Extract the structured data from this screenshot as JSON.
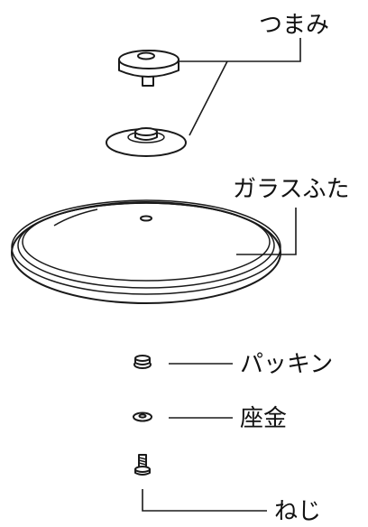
{
  "labels": {
    "knob": "つまみ",
    "glass_lid": "ガラスふた",
    "packing": "パッキン",
    "washer": "座金",
    "screw": "ねじ"
  },
  "colors": {
    "line": "#1a1a1a",
    "text": "#111111",
    "background": "#ffffff"
  }
}
